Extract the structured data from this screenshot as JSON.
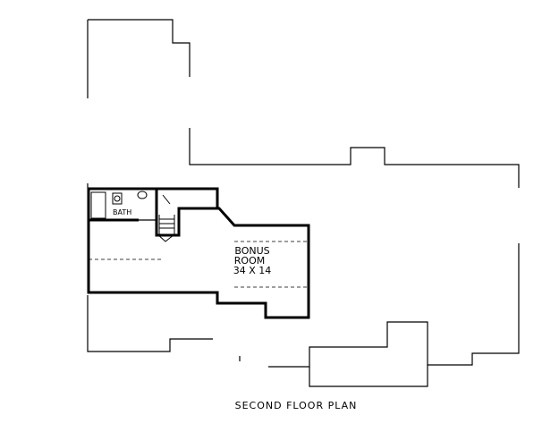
{
  "plan_title": "SECOND FLOOR PLAN",
  "rooms": {
    "bonus": {
      "name_line1": "BONUS",
      "name_line2": "ROOM",
      "size": "34 X 14"
    },
    "bath": {
      "name": "BATH"
    }
  }
}
